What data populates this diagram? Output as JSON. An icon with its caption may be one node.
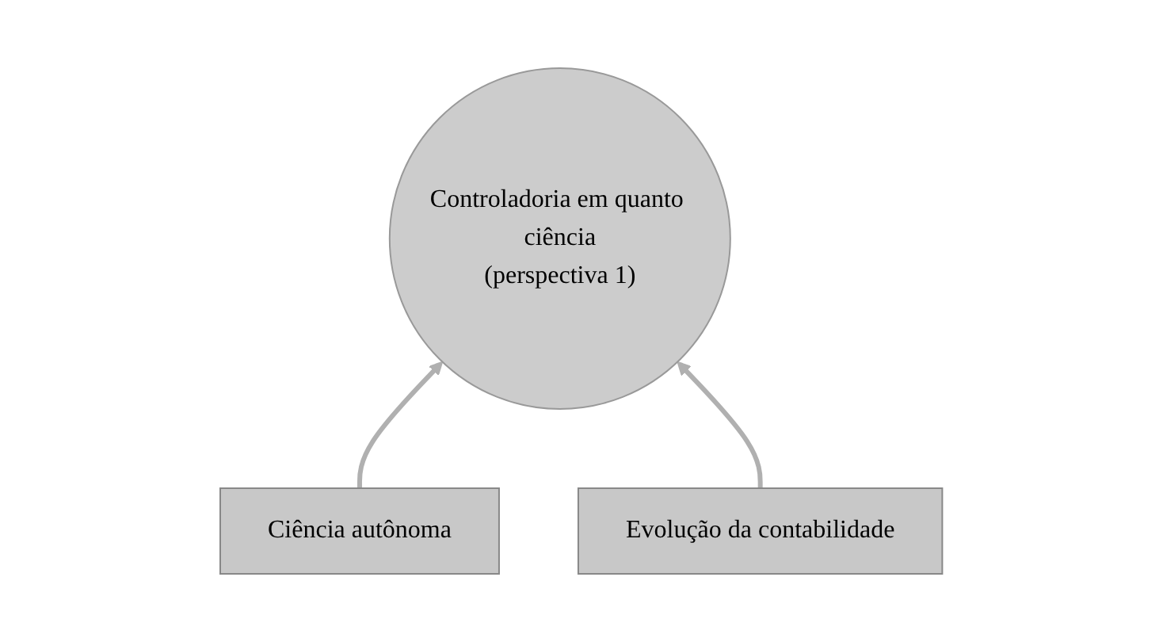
{
  "diagram": {
    "nodes": [
      {
        "text": [
          "Controladoria em quanto ciência",
          "(perspectiva 1)"
        ]
      },
      {
        "text": [
          "Ciência autônoma"
        ]
      },
      {
        "text": [
          "Evolução da contabilidade"
        ]
      }
    ],
    "edges": [
      {
        "from": 1,
        "to": 0,
        "arrow": "to"
      },
      {
        "from": 2,
        "to": 0,
        "arrow": "to"
      }
    ]
  }
}
